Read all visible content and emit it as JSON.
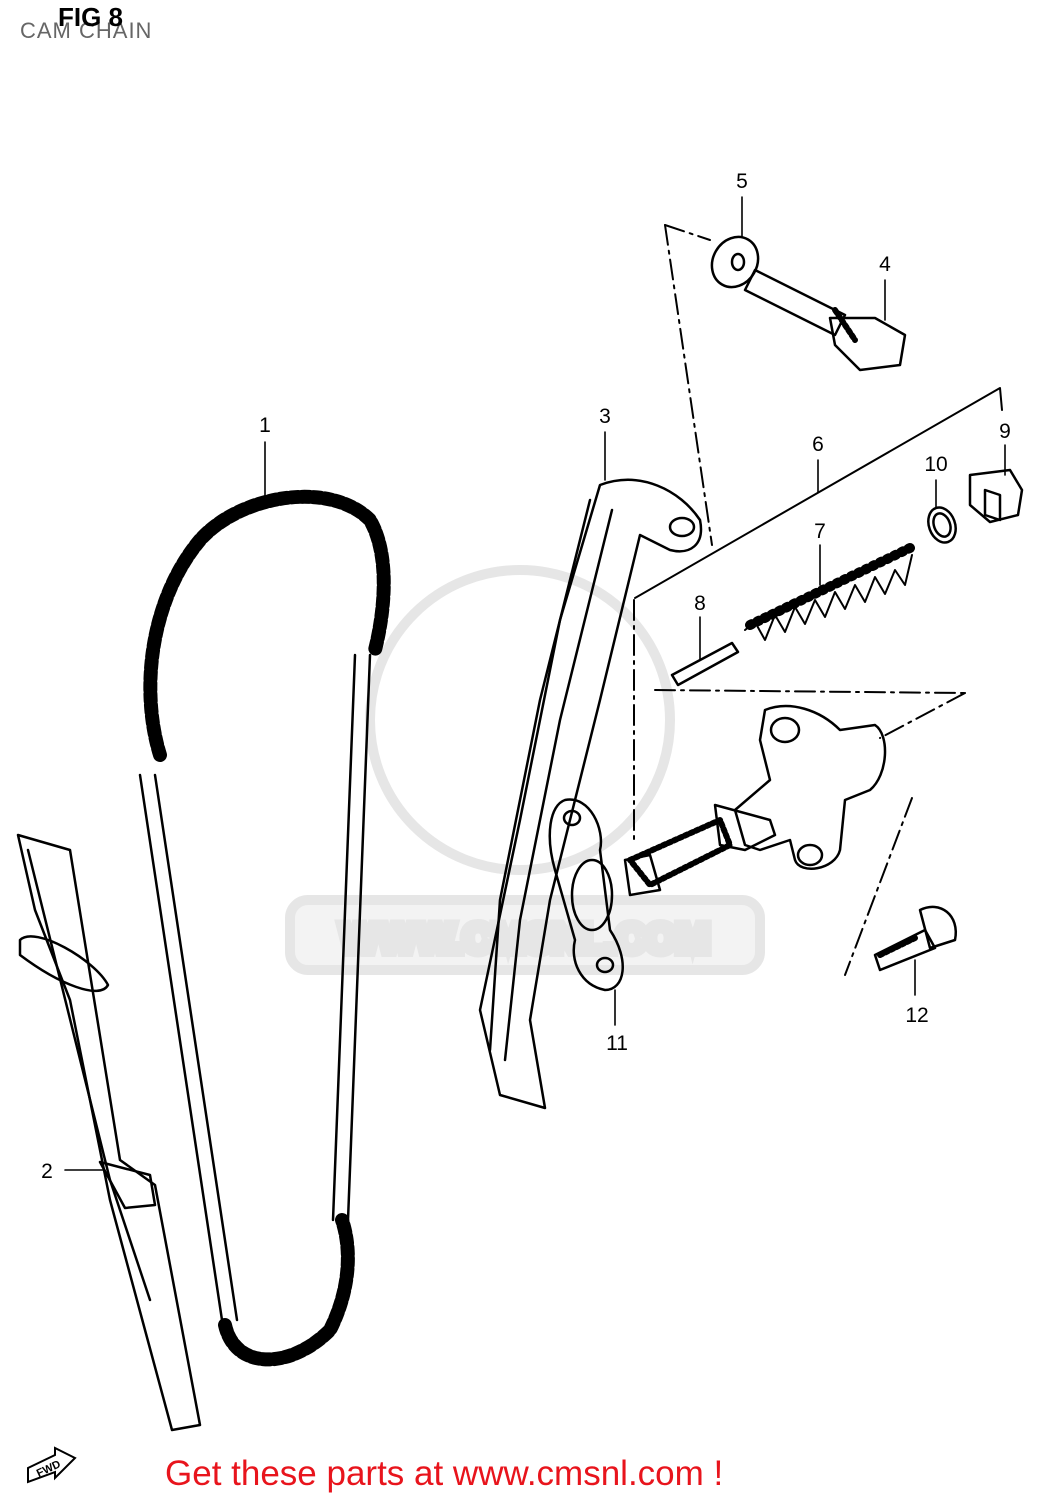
{
  "header": {
    "fig_label": "FIG 8",
    "title": "CAM CHAIN"
  },
  "callouts": [
    {
      "id": "1"
    },
    {
      "id": "2"
    },
    {
      "id": "3"
    },
    {
      "id": "4"
    },
    {
      "id": "5"
    },
    {
      "id": "6"
    },
    {
      "id": "7"
    },
    {
      "id": "8"
    },
    {
      "id": "9"
    },
    {
      "id": "10"
    },
    {
      "id": "11"
    },
    {
      "id": "12"
    }
  ],
  "watermark": {
    "text": "WWW.CMSNL.COM"
  },
  "direction_marker": {
    "label": "FWD"
  },
  "footer": {
    "link_text": "Get these parts at www.cmsnl.com !"
  },
  "colors": {
    "line": "#000000",
    "footer_text": "#e8141c",
    "watermark": "#e6e6e6"
  }
}
